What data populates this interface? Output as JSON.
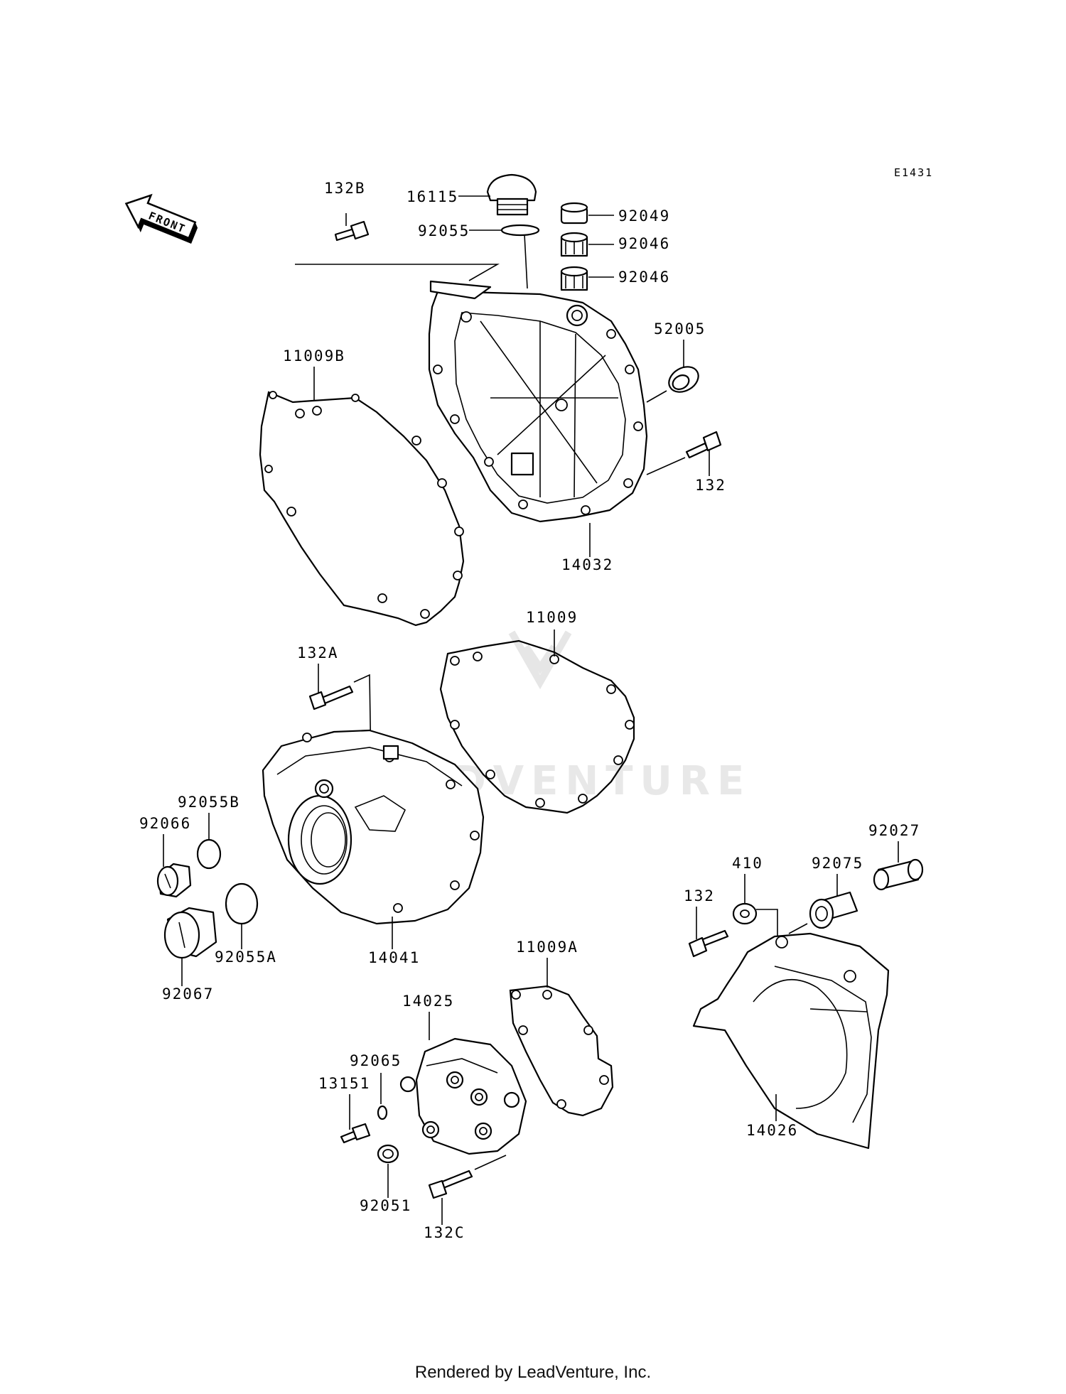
{
  "diagram": {
    "code": "E1431",
    "front_label": "FRONT",
    "watermark": "LEADVENTURE",
    "parts": [
      {
        "id": "p132B",
        "label": "132B"
      },
      {
        "id": "p16115",
        "label": "16115"
      },
      {
        "id": "p92055",
        "label": "92055"
      },
      {
        "id": "p92049",
        "label": "92049"
      },
      {
        "id": "p92046a",
        "label": "92046"
      },
      {
        "id": "p92046b",
        "label": "92046"
      },
      {
        "id": "p52005",
        "label": "52005"
      },
      {
        "id": "p11009B",
        "label": "11009B"
      },
      {
        "id": "p132top",
        "label": "132"
      },
      {
        "id": "p14032",
        "label": "14032"
      },
      {
        "id": "p11009",
        "label": "11009"
      },
      {
        "id": "p132A",
        "label": "132A"
      },
      {
        "id": "p92055B",
        "label": "92055B"
      },
      {
        "id": "p92066",
        "label": "92066"
      },
      {
        "id": "p92055A",
        "label": "92055A"
      },
      {
        "id": "p14041",
        "label": "14041"
      },
      {
        "id": "p92067",
        "label": "92067"
      },
      {
        "id": "p92027",
        "label": "92027"
      },
      {
        "id": "p410",
        "label": "410"
      },
      {
        "id": "p92075",
        "label": "92075"
      },
      {
        "id": "p132right",
        "label": "132"
      },
      {
        "id": "p11009A",
        "label": "11009A"
      },
      {
        "id": "p14025",
        "label": "14025"
      },
      {
        "id": "p92065",
        "label": "92065"
      },
      {
        "id": "p13151",
        "label": "13151"
      },
      {
        "id": "p14026",
        "label": "14026"
      },
      {
        "id": "p92051",
        "label": "92051"
      },
      {
        "id": "p132C",
        "label": "132C"
      }
    ]
  },
  "footer": {
    "text": "Rendered by LeadVenture, Inc."
  }
}
